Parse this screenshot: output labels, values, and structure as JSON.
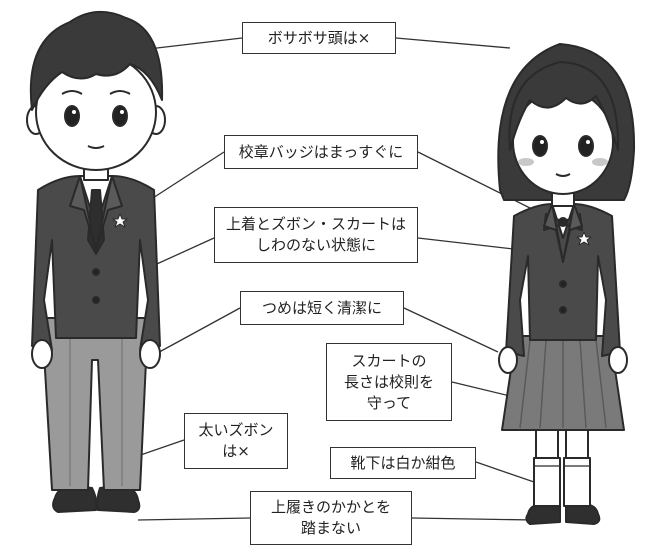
{
  "labels": {
    "messy_hair": "ボサボサ頭は×",
    "school_badge": "校章バッジはまっすぐに",
    "jacket_pants_skirt": [
      "上着とズボン・スカートは",
      "しわのない状態に"
    ],
    "nails": "つめは短く清潔に",
    "skirt_length": [
      "スカートの",
      "長さは校則を",
      "守って"
    ],
    "wide_pants": [
      "太いズボン",
      "は×"
    ],
    "socks": "靴下は白か紺色",
    "indoor_shoes": [
      "上履きのかかとを",
      "踏まない"
    ]
  },
  "colors": {
    "line": "#333333",
    "hair": "#3a3a3a",
    "jacket": "#4a4a4a",
    "pants": "#9a9a9a",
    "skin": "#ffffff",
    "skirt": "#7a7a7a",
    "shoe": "#2f2f2f"
  }
}
